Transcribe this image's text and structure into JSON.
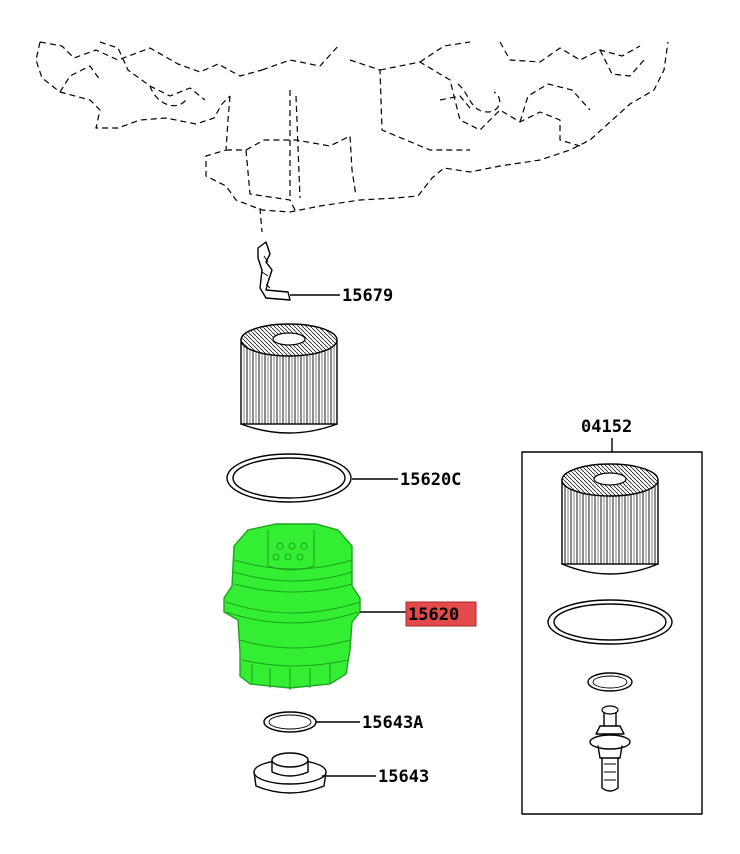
{
  "colors": {
    "highlight_part": "#33ee33",
    "highlight_part_edge": "#1fa31f",
    "label_highlight_bg": "#e34a4a",
    "ink": "#000000",
    "paper": "#ffffff"
  },
  "parts": {
    "p15679": {
      "label": "15679"
    },
    "p15620c": {
      "label": "15620C"
    },
    "p15620": {
      "label": "15620",
      "highlighted": true
    },
    "p15643a": {
      "label": "15643A"
    },
    "p15643": {
      "label": "15643"
    },
    "p04152": {
      "label": "04152"
    }
  }
}
